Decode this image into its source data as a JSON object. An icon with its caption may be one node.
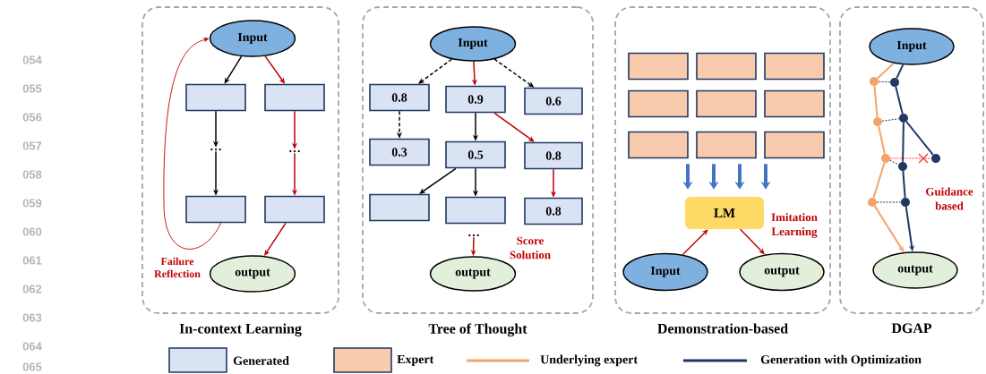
{
  "diagram": {
    "nodes": [
      {
        "text": [
          "In-context Learning"
        ]
      },
      {
        "text": [
          "Input"
        ],
        "in": 0
      },
      {
        "text": [],
        "shape": "box",
        "in": 0
      },
      {
        "text": [],
        "shape": "box",
        "in": 0
      },
      {
        "text": [
          "…"
        ],
        "in": 0
      },
      {
        "text": [
          "…"
        ],
        "in": 0
      },
      {
        "text": [],
        "shape": "box",
        "in": 0
      },
      {
        "text": [],
        "shape": "box",
        "in": 0
      },
      {
        "text": [
          "output"
        ],
        "in": 0
      },
      {
        "text": [
          "Tree of Thought"
        ]
      },
      {
        "text": [
          "Input"
        ],
        "in": 9
      },
      {
        "text": [
          "0.8"
        ],
        "in": 9
      },
      {
        "text": [
          "0.9"
        ],
        "in": 9
      },
      {
        "text": [
          "0.6"
        ],
        "in": 9
      },
      {
        "text": [
          "0.3"
        ],
        "in": 9
      },
      {
        "text": [
          "0.5"
        ],
        "in": 9
      },
      {
        "text": [
          "0.8"
        ],
        "in": 9
      },
      {
        "text": [],
        "shape": "box",
        "in": 9
      },
      {
        "text": [],
        "shape": "box",
        "in": 9
      },
      {
        "text": [
          "0.8"
        ],
        "in": 9
      },
      {
        "text": [
          "…"
        ],
        "in": 9
      },
      {
        "text": [
          "output"
        ],
        "in": 9
      },
      {
        "text": [
          "Demonstration-based"
        ]
      },
      {
        "text": [],
        "shape": "box",
        "in": 22
      },
      {
        "text": [],
        "shape": "box",
        "in": 22
      },
      {
        "text": [],
        "shape": "box",
        "in": 22
      },
      {
        "text": [],
        "shape": "box",
        "in": 22
      },
      {
        "text": [],
        "shape": "box",
        "in": 22
      },
      {
        "text": [],
        "shape": "box",
        "in": 22
      },
      {
        "text": [],
        "shape": "box",
        "in": 22
      },
      {
        "text": [],
        "shape": "box",
        "in": 22
      },
      {
        "text": [],
        "shape": "box",
        "in": 22
      },
      {
        "text": [
          "LM"
        ],
        "in": 22
      },
      {
        "text": [
          "Input"
        ],
        "in": 22
      },
      {
        "text": [
          "output"
        ],
        "in": 22
      },
      {
        "text": [
          "DGAP"
        ]
      },
      {
        "text": [
          "Input"
        ],
        "in": 35
      },
      {
        "text": [],
        "shape": "circle",
        "in": 35
      },
      {
        "text": [],
        "shape": "circle",
        "in": 35
      },
      {
        "text": [],
        "shape": "circle",
        "in": 35
      },
      {
        "text": [],
        "shape": "circle",
        "in": 35
      },
      {
        "text": [],
        "shape": "circle",
        "in": 35
      },
      {
        "text": [],
        "shape": "circle",
        "in": 35
      },
      {
        "text": [],
        "shape": "circle",
        "in": 35
      },
      {
        "text": [],
        "shape": "circle",
        "in": 35
      },
      {
        "text": [],
        "shape": "circle",
        "in": 35
      },
      {
        "text": [
          "output"
        ],
        "in": 35
      }
    ],
    "edges": [
      {
        "from": 1,
        "to": 2,
        "arrow": "to"
      },
      {
        "from": 1,
        "to": 3,
        "arrow": "to",
        "color": "#c00000"
      },
      {
        "from": 2,
        "to": 4,
        "arrow": "to"
      },
      {
        "from": 4,
        "to": 6,
        "arrow": "to"
      },
      {
        "from": 3,
        "to": 5,
        "arrow": "to",
        "color": "#c00000"
      },
      {
        "from": 5,
        "to": 7,
        "arrow": "to",
        "color": "#c00000"
      },
      {
        "from": 7,
        "to": 8,
        "arrow": "to",
        "color": "#c00000"
      },
      {
        "from": 6,
        "to": 1,
        "arrow": "to",
        "color": "#c00000",
        "label": "Failure Reflection"
      },
      {
        "from": 10,
        "to": 11,
        "arrow": "to",
        "style": "dashed"
      },
      {
        "from": 10,
        "to": 12,
        "arrow": "to",
        "color": "#c00000"
      },
      {
        "from": 10,
        "to": 13,
        "arrow": "to",
        "style": "dashed"
      },
      {
        "from": 11,
        "to": 14,
        "arrow": "to",
        "style": "dashed"
      },
      {
        "from": 12,
        "to": 15,
        "arrow": "to"
      },
      {
        "from": 12,
        "to": 16,
        "arrow": "to",
        "color": "#c00000"
      },
      {
        "from": 15,
        "to": 17,
        "arrow": "to"
      },
      {
        "from": 15,
        "to": 18,
        "arrow": "to"
      },
      {
        "from": 16,
        "to": 19,
        "arrow": "to",
        "color": "#c00000"
      },
      {
        "from": 20,
        "to": 21,
        "arrow": "to",
        "color": "#c00000"
      },
      {
        "from": 29,
        "to": 32,
        "arrow": "to",
        "style": "thick",
        "color": "#4472c4"
      },
      {
        "from": 30,
        "to": 32,
        "arrow": "to",
        "style": "thick",
        "color": "#4472c4"
      },
      {
        "from": 30,
        "to": 32,
        "arrow": "to",
        "style": "thick",
        "color": "#4472c4"
      },
      {
        "from": 31,
        "to": 32,
        "arrow": "to",
        "style": "thick",
        "color": "#4472c4"
      },
      {
        "from": 33,
        "to": 32,
        "arrow": "to",
        "color": "#c00000"
      },
      {
        "from": 32,
        "to": 34,
        "arrow": "to",
        "color": "#c00000"
      },
      {
        "from": 36,
        "to": 37,
        "arrow": "none",
        "color": "#f4a46a"
      },
      {
        "from": 37,
        "to": 38,
        "arrow": "none",
        "color": "#f4a46a"
      },
      {
        "from": 38,
        "to": 39,
        "arrow": "none",
        "color": "#f4a46a"
      },
      {
        "from": 39,
        "to": 40,
        "arrow": "none",
        "color": "#f4a46a"
      },
      {
        "from": 40,
        "to": 46,
        "arrow": "to",
        "color": "#f4a46a"
      },
      {
        "from": 36,
        "to": 41,
        "arrow": "none",
        "color": "#1f3864"
      },
      {
        "from": 41,
        "to": 42,
        "arrow": "none",
        "color": "#1f3864"
      },
      {
        "from": 42,
        "to": 43,
        "arrow": "none",
        "color": "#1f3864"
      },
      {
        "from": 42,
        "to": 44,
        "arrow": "none",
        "color": "#1f3864"
      },
      {
        "from": 44,
        "to": 45,
        "arrow": "none",
        "color": "#1f3864"
      },
      {
        "from": 45,
        "to": 46,
        "arrow": "to",
        "color": "#1f3864"
      },
      {
        "from": 37,
        "to": 41,
        "arrow": "none",
        "style": "dashed"
      },
      {
        "from": 38,
        "to": 42,
        "arrow": "none",
        "style": "dashed"
      },
      {
        "from": 39,
        "to": 44,
        "arrow": "none",
        "style": "dashed"
      },
      {
        "from": 39,
        "to": 43,
        "arrow": "none",
        "style": "dashed",
        "color": "#ff0000"
      },
      {
        "from": 40,
        "to": 45,
        "arrow": "none",
        "style": "dashed"
      }
    ],
    "labels": [
      "054",
      "055",
      "056",
      "057",
      "058",
      "059",
      "060",
      "061",
      "062",
      "063",
      "064",
      "065",
      "Score Solution",
      "Imitation Learning",
      "Guidance based"
    ],
    "legend": [
      {
        "text": "Generated",
        "color": "#dae3f3"
      },
      {
        "text": "Expert",
        "color": "#f8cbad"
      },
      {
        "text": "Underlying expert"
      },
      {
        "text": "Generation with Optimization"
      }
    ]
  }
}
